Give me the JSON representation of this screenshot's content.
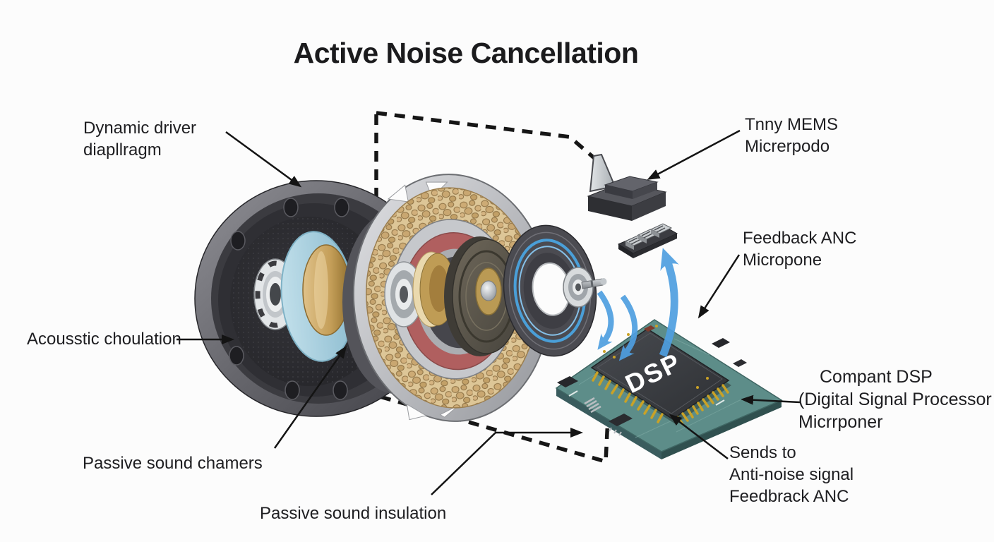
{
  "title": "Active Noise Cancellation",
  "labels": {
    "dynamic_driver": {
      "lines": [
        "Dynamic driver",
        "diapllragm"
      ]
    },
    "tiny_mems": {
      "lines": [
        "Tnny MEMS",
        "Micrerpodo"
      ]
    },
    "feedback_anc": {
      "lines": [
        "Feedback ANC",
        "Micropone"
      ]
    },
    "compact_dsp": {
      "lines": [
        "Compant DSP",
        "(Digital Signal Processor",
        "Micrrponer"
      ]
    },
    "sends_to": {
      "lines": [
        "Sends to",
        "Anti-noise signal",
        "Feedbrack ANC"
      ]
    },
    "acoustic_insulation": {
      "lines": [
        "Acousstic choulation"
      ]
    },
    "passive_chambers": {
      "lines": [
        "Passive sound chamers"
      ]
    },
    "passive_insulation": {
      "lines": [
        "Passive sound insulation"
      ]
    }
  },
  "components": {
    "dsp_chip": "DSP"
  },
  "colors": {
    "accent_blue": "#4f9fe0",
    "pcb_teal": "#5d8d89",
    "chip_dark": "#3a3d41",
    "pin_gold": "#c9a227",
    "foam_tan": "#ddc697",
    "red_ring": "#b05f5f",
    "voice_coil_gold": "#c9a768",
    "blue_disc": "#a9cfde",
    "label_ink": "#1e1e21"
  }
}
